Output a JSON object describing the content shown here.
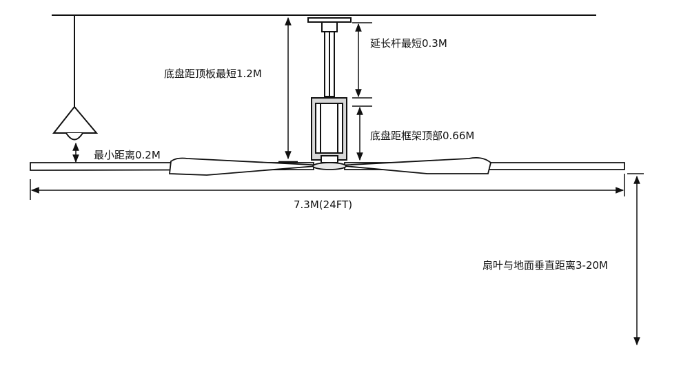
{
  "labels": {
    "extension_rod": "延长杆最短0.3M",
    "chassis_to_ceiling": "底盘距顶板最短1.2M",
    "chassis_to_frame_top": "底盘距框架顶部0.66M",
    "min_distance": "最小距离0.2M",
    "span": "7.3M(24FT)",
    "blade_to_floor": "扇叶与地面垂直距离3-20M"
  },
  "colors": {
    "line": "#111111",
    "fill": "#ffffff",
    "motor_shade": "#d8d8d8"
  }
}
